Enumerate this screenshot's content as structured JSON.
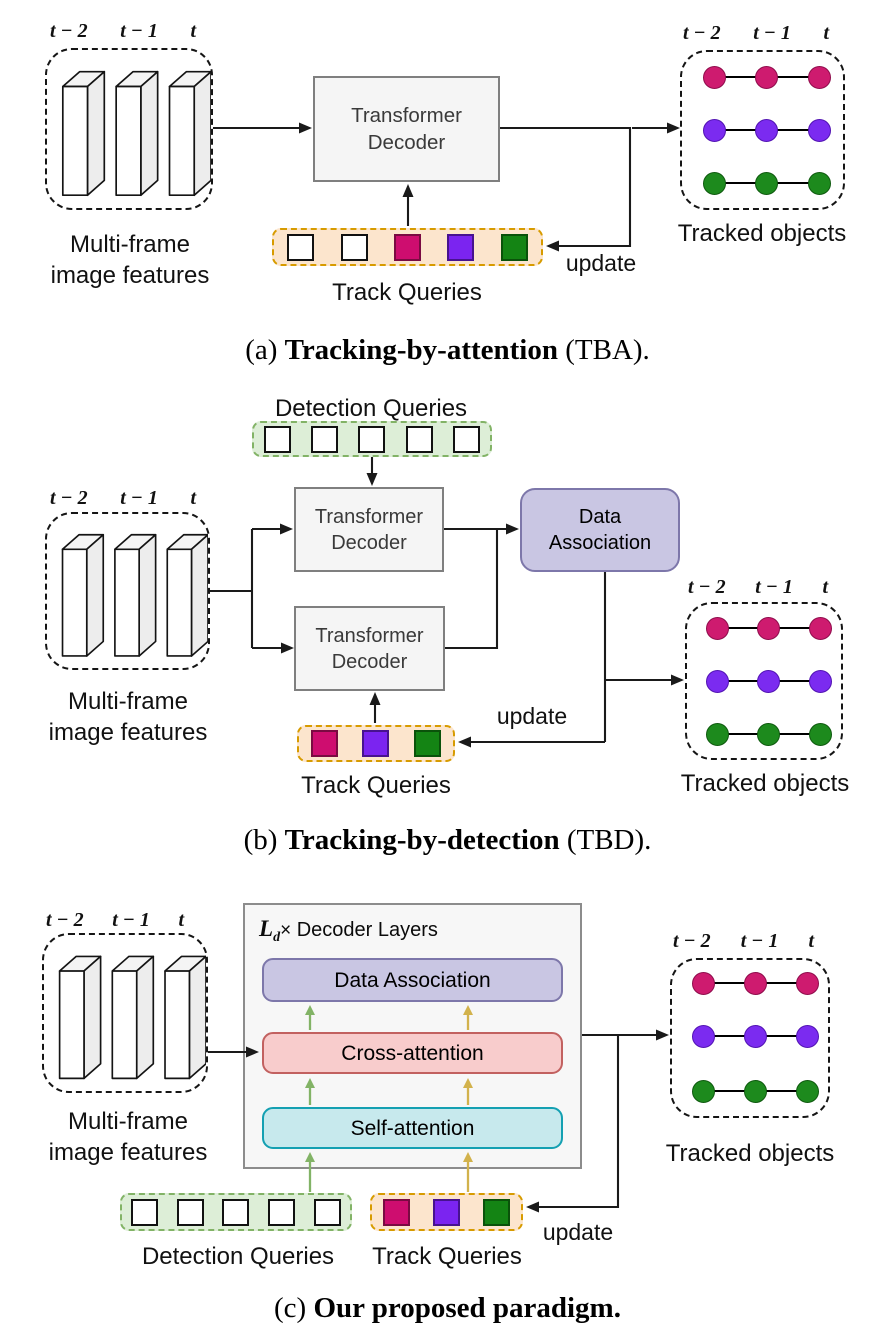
{
  "figure": "multi-object-tracking paradigms diagram",
  "time_labels": [
    "t − 2",
    "t − 1",
    "t"
  ],
  "colors": {
    "track_queries_fill": "#FCE5CD",
    "track_queries_border": "#D79B00",
    "detection_queries_fill": "#DDEED7",
    "detection_queries_border": "#82B366",
    "data_association_fill": "#C9C6E3",
    "data_association_border": "#7D77AA",
    "cross_attention_fill": "#F8CCCC",
    "cross_attention_border": "#C26160",
    "self_attention_fill": "#C7E9ED",
    "self_attention_border": "#14A0B2",
    "decoder_fill": "#F5F5F5",
    "decoder_border": "#7F7F7F",
    "arrow_black": "#1a1a1a",
    "arrow_green": "#82B366",
    "arrow_yellow": "#D2B24C",
    "magenta": "#CE0D6F",
    "purple": "#7B24F0",
    "green": "#148414"
  },
  "palette": {
    "tracked_rows": [
      {
        "fill": "#CE1B6F",
        "border": "#8F0D4C"
      },
      {
        "fill": "#7B2BF0",
        "border": "#5214B3"
      },
      {
        "fill": "#1D8A1D",
        "border": "#0F5A0F"
      }
    ]
  },
  "panels": {
    "a": {
      "caption": {
        "prefix": "(a) ",
        "bold": "Tracking-by-attention",
        "suffix": " (TBA)."
      },
      "features_label": {
        "line1": "Multi-frame",
        "line2": "image features"
      },
      "decoder": {
        "line1": "Transformer",
        "line2": "Decoder"
      },
      "track_queries": {
        "label": "Track Queries",
        "squares": [
          {
            "fill": "#FFFFFF",
            "border": "#111111"
          },
          {
            "fill": "#FFFFFF",
            "border": "#111111"
          },
          {
            "fill": "#CE0D6F",
            "border": "#7A0A42"
          },
          {
            "fill": "#7B24F0",
            "border": "#47128F"
          },
          {
            "fill": "#148414",
            "border": "#0A520A"
          }
        ]
      },
      "update_label": "update",
      "tracked_label": "Tracked objects"
    },
    "b": {
      "caption": {
        "prefix": "(b) ",
        "bold": "Tracking-by-detection",
        "suffix": " (TBD)."
      },
      "features_label": {
        "line1": "Multi-frame",
        "line2": "image features"
      },
      "detection_queries": {
        "label": "Detection Queries",
        "squares": [
          {
            "fill": "#FFFFFF",
            "border": "#111111"
          },
          {
            "fill": "#FFFFFF",
            "border": "#111111"
          },
          {
            "fill": "#FFFFFF",
            "border": "#111111"
          },
          {
            "fill": "#FFFFFF",
            "border": "#111111"
          },
          {
            "fill": "#FFFFFF",
            "border": "#111111"
          }
        ]
      },
      "decoder1": {
        "line1": "Transformer",
        "line2": "Decoder"
      },
      "decoder2": {
        "line1": "Transformer",
        "line2": "Decoder"
      },
      "data_association": {
        "line1": "Data",
        "line2": "Association"
      },
      "track_queries": {
        "label": "Track Queries",
        "squares": [
          {
            "fill": "#CE0D6F",
            "border": "#7A0A42"
          },
          {
            "fill": "#7B24F0",
            "border": "#47128F"
          },
          {
            "fill": "#148414",
            "border": "#0A520A"
          }
        ]
      },
      "update_label": "update",
      "tracked_label": "Tracked objects"
    },
    "c": {
      "caption": {
        "prefix": "(c) ",
        "bold": "Our proposed paradigm.",
        "suffix": ""
      },
      "features_label": {
        "line1": "Multi-frame",
        "line2": "image features"
      },
      "decoder_block": {
        "var": "L",
        "sub": "d",
        "times": "×",
        "title": " Decoder Layers",
        "layers": {
          "data_association": "Data Association",
          "cross_attention": "Cross-attention",
          "self_attention": "Self-attention"
        }
      },
      "detection_queries": {
        "label": "Detection Queries",
        "squares": [
          {
            "fill": "#FFFFFF",
            "border": "#111111"
          },
          {
            "fill": "#FFFFFF",
            "border": "#111111"
          },
          {
            "fill": "#FFFFFF",
            "border": "#111111"
          },
          {
            "fill": "#FFFFFF",
            "border": "#111111"
          },
          {
            "fill": "#FFFFFF",
            "border": "#111111"
          }
        ]
      },
      "track_queries": {
        "label": "Track Queries",
        "squares": [
          {
            "fill": "#CE0D6F",
            "border": "#7A0A42"
          },
          {
            "fill": "#7B24F0",
            "border": "#47128F"
          },
          {
            "fill": "#148414",
            "border": "#0A520A"
          }
        ]
      },
      "update_label": "update",
      "tracked_label": "Tracked objects"
    }
  }
}
